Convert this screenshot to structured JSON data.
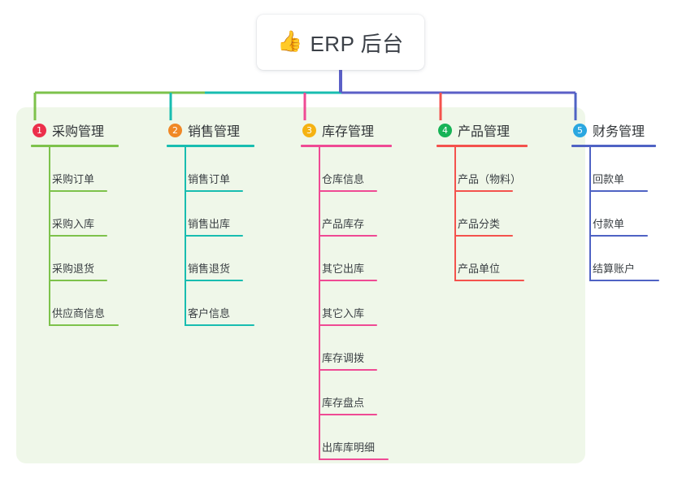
{
  "root": {
    "icon": "thumbs-up-icon",
    "emoji": "👍",
    "title": "ERP 后台"
  },
  "theme": {
    "panel_bg": "#eff7e9",
    "page_bg": "#ffffff",
    "root_text": "#3b4047",
    "stem_color": "#5b5fc7"
  },
  "branches": [
    {
      "number": "1",
      "title": "采购管理",
      "badge_color": "#ec2f4b",
      "line_color": "#7dc24b",
      "children": [
        "采购订单",
        "采购入库",
        "采购退货",
        "供应商信息"
      ]
    },
    {
      "number": "2",
      "title": "销售管理",
      "badge_color": "#f08826",
      "line_color": "#18bdb0",
      "children": [
        "销售订单",
        "销售出库",
        "销售退货",
        "客户信息"
      ]
    },
    {
      "number": "3",
      "title": "库存管理",
      "badge_color": "#f5b212",
      "line_color": "#ef4a94",
      "children": [
        "仓库信息",
        "产品库存",
        "其它出库",
        "其它入库",
        "库存调拨",
        "库存盘点",
        "出库库明细"
      ]
    },
    {
      "number": "4",
      "title": "产品管理",
      "badge_color": "#16b356",
      "line_color": "#f4524d",
      "children": [
        "产品（物料）",
        "产品分类",
        "产品单位"
      ]
    },
    {
      "number": "5",
      "title": "财务管理",
      "badge_color": "#2aa7e0",
      "line_color": "#4f63c4",
      "children": [
        "回款单",
        "付款单",
        "结算账户"
      ]
    }
  ]
}
